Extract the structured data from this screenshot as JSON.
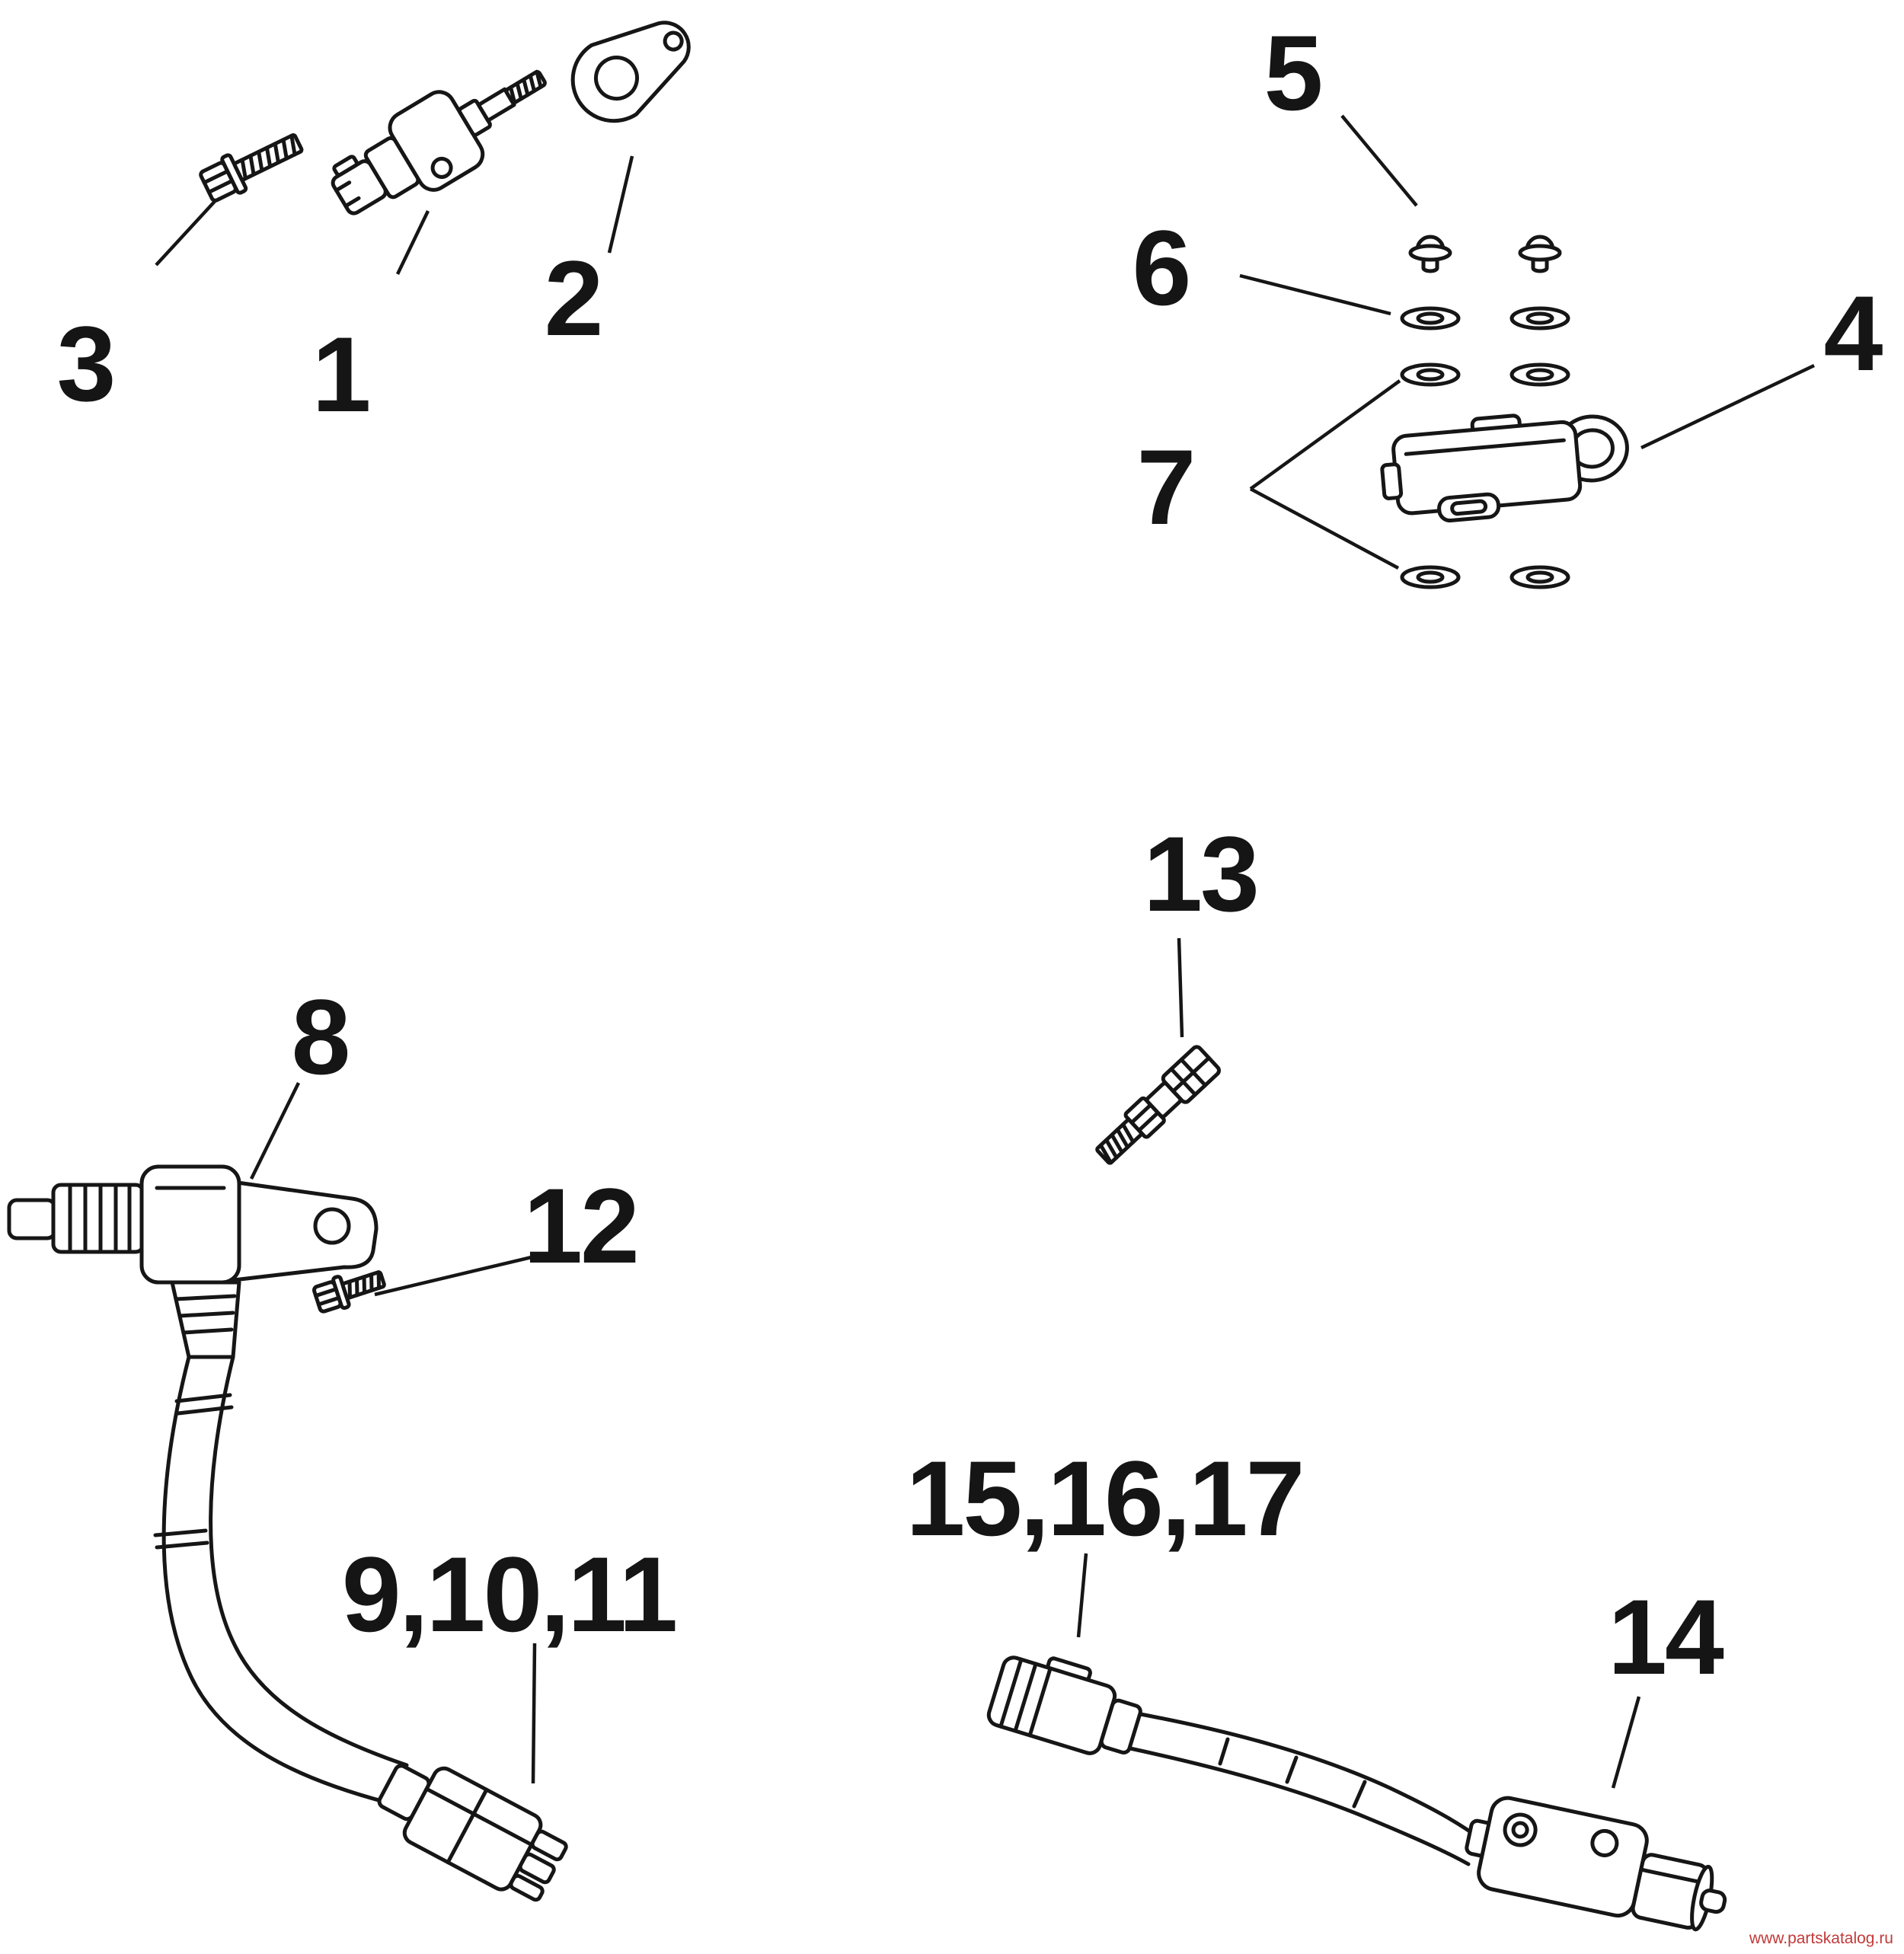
{
  "diagram": {
    "type": "exploded-parts-diagram",
    "colors": {
      "line": "#161616",
      "label": "#151515",
      "watermark": "#c23a3a"
    },
    "callouts": {
      "c1": {
        "label": "1"
      },
      "c2": {
        "label": "2"
      },
      "c3": {
        "label": "3"
      },
      "c4": {
        "label": "4"
      },
      "c5": {
        "label": "5"
      },
      "c6": {
        "label": "6"
      },
      "c7": {
        "label": "7"
      },
      "c8": {
        "label": "8"
      },
      "c12": {
        "label": "12"
      },
      "c13": {
        "label": "13"
      },
      "c14": {
        "label": "14"
      },
      "c9_10_11": {
        "label": "9,10,11"
      },
      "c15_16_17": {
        "label": "15,16,17"
      }
    },
    "watermark": {
      "text": "www.partskatalog.ru"
    }
  }
}
